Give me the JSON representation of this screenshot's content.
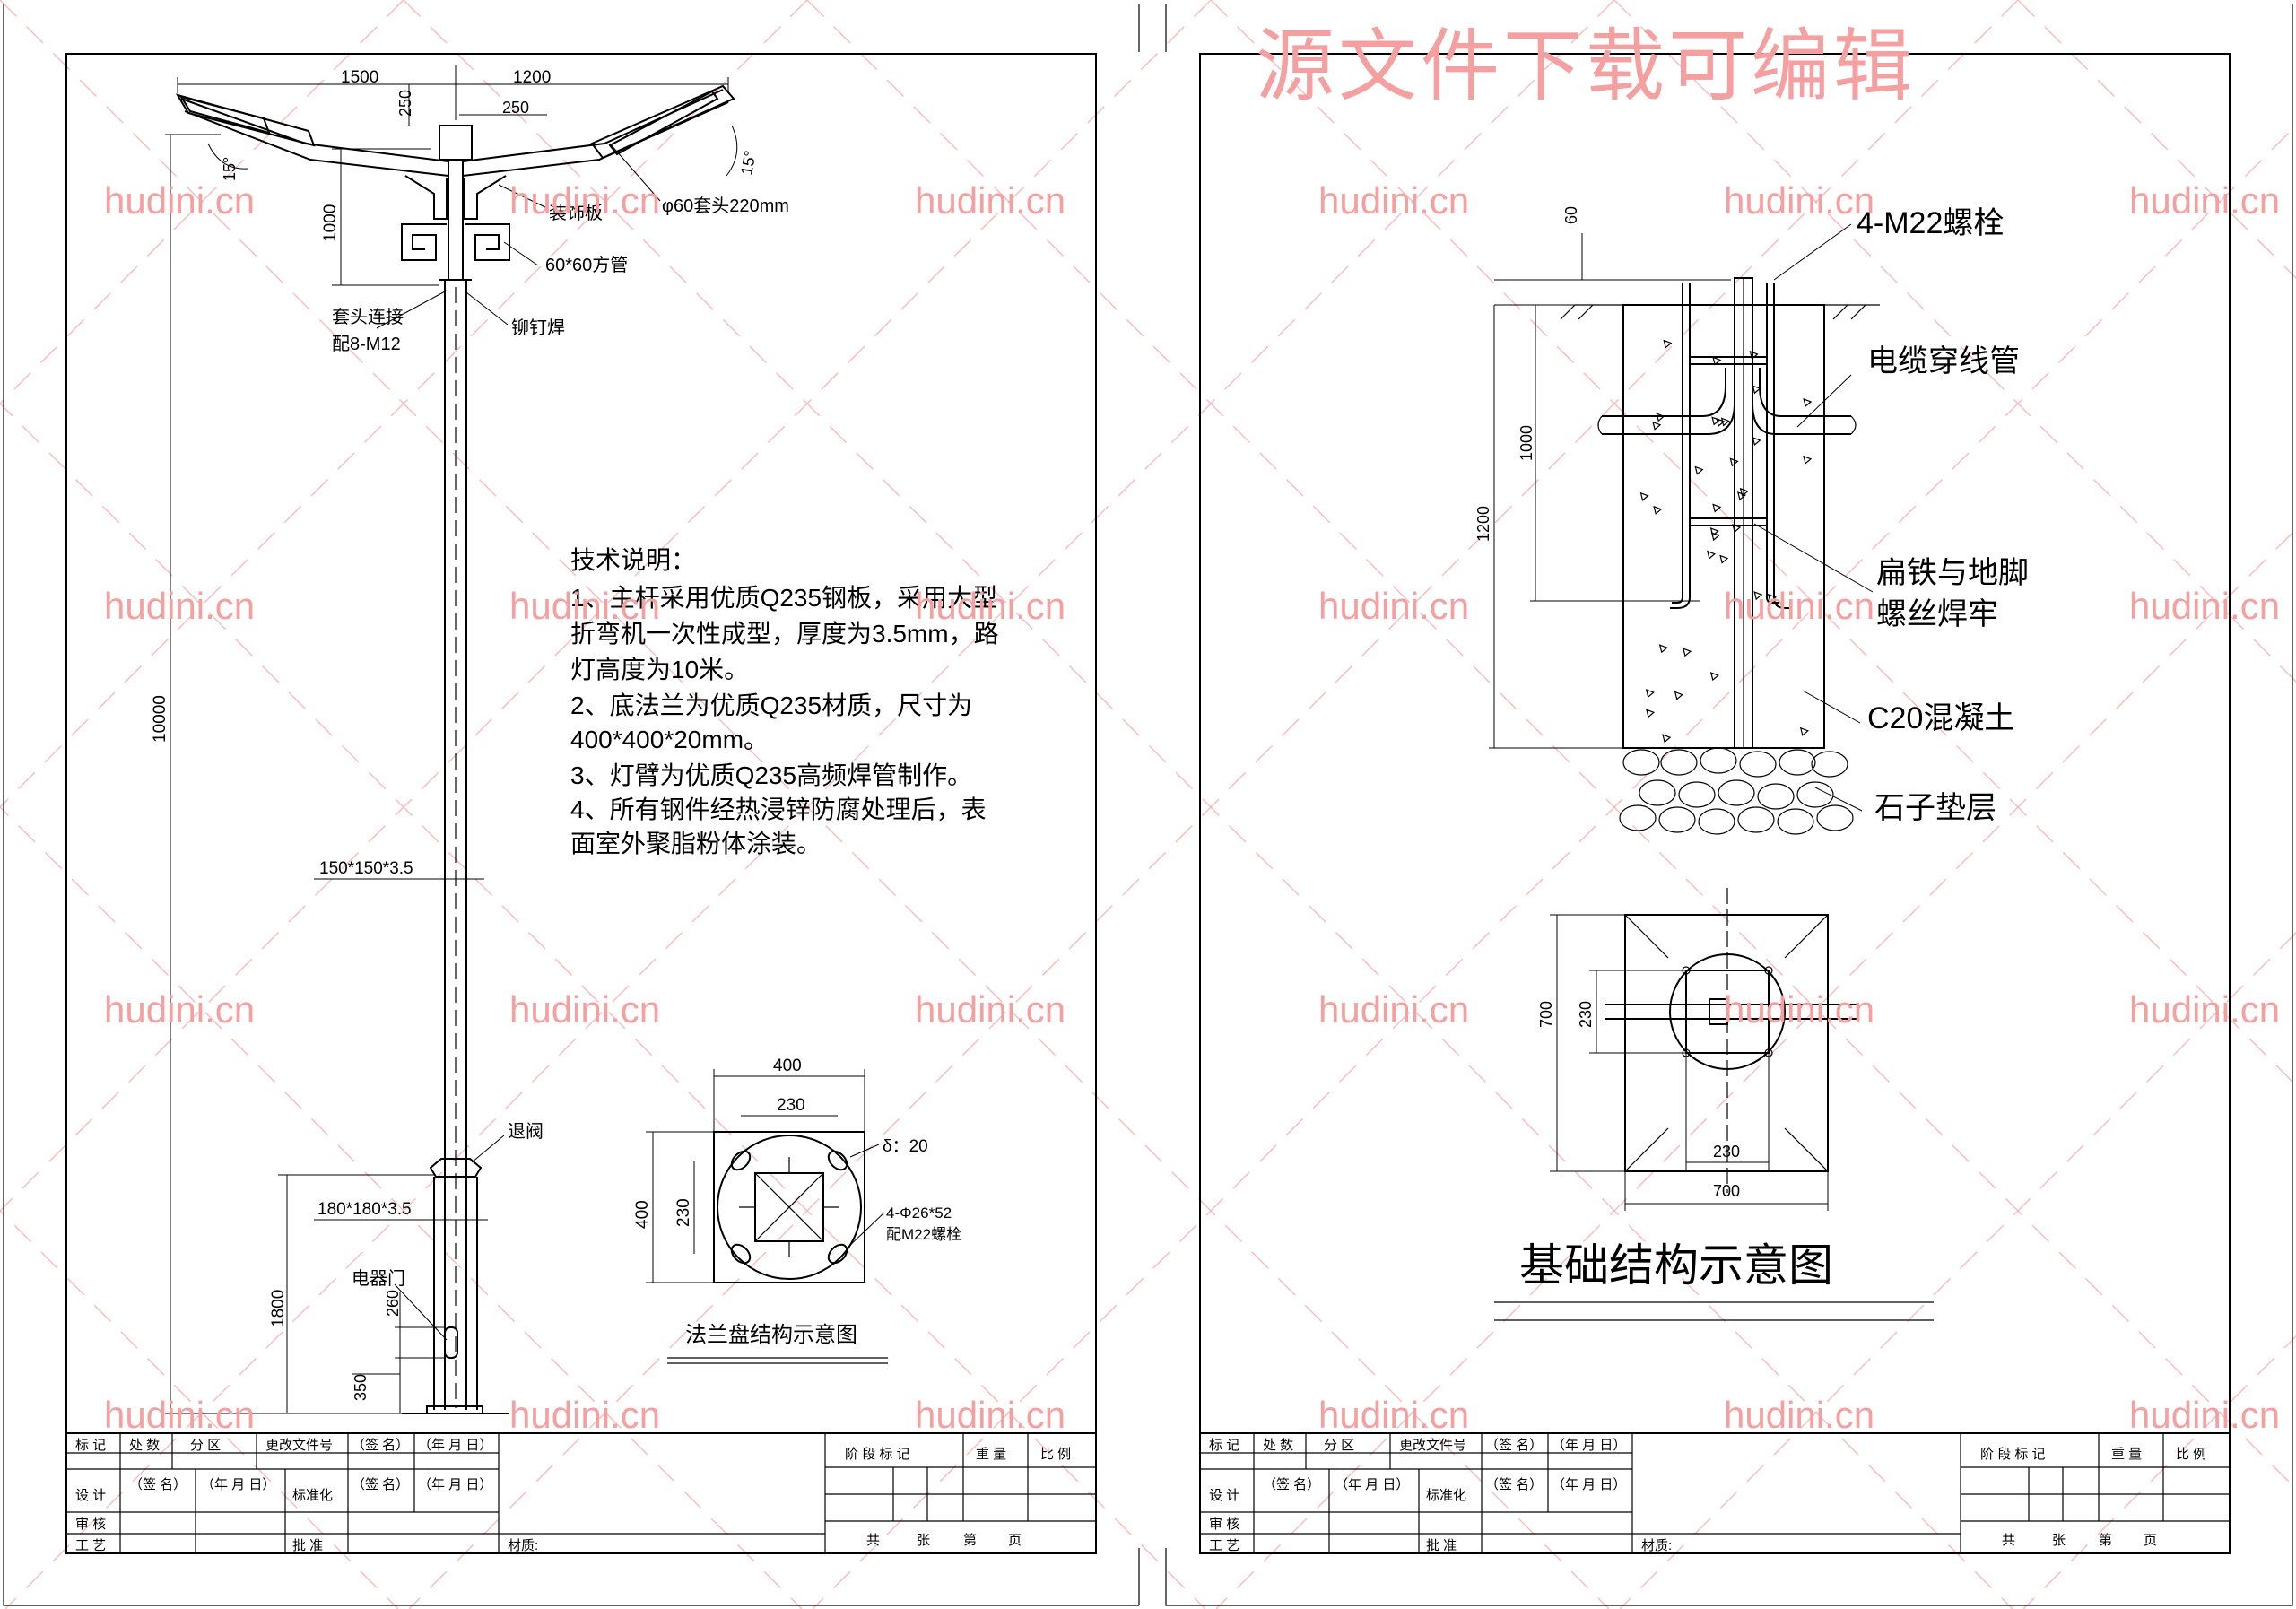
{
  "watermark": {
    "site_text": "hudini.cn",
    "editable_banner": "源文件下载可编辑",
    "color": "#f4a0a0"
  },
  "left_sheet": {
    "dims": {
      "arm_left": "1500",
      "arm_right": "1200",
      "top_250_a": "250",
      "top_250_b": "250",
      "arm_height": "1000",
      "total_height": "10000",
      "door_1800": "1800",
      "door_260": "260",
      "door_350": "350",
      "angle_left": "15°",
      "angle_right": "15°"
    },
    "labels": {
      "decor_plate": "装饰板",
      "sleeve": "φ60套头220mm",
      "square_tube": "60*60方管",
      "joint_line1": "套头连接",
      "joint_line2": "配8-M12",
      "rivet_weld": "铆钉焊",
      "upper_section": "150*150*3.5",
      "lower_section": "180*180*3.5",
      "step": "退阀",
      "door": "电器门"
    },
    "notes": {
      "title": "技术说明：",
      "lines": [
        "1、主杆采用优质Q235钢板，采用大型",
        "折弯机一次性成型，厚度为3.5mm，路",
        "灯高度为10米。",
        "2、底法兰为优质Q235材质，尺寸为",
        "400*400*20mm。",
        "3、灯臂为优质Q235高频焊管制作。",
        "4、所有钢件经热浸锌防腐处理后，表",
        "面室外聚脂粉体涂装。"
      ]
    },
    "flange": {
      "outer": "400",
      "inner": "230",
      "side_outer": "400",
      "side_inner": "230",
      "thickness": "δ：20",
      "holes": "4-Φ26*52",
      "bolts": "配M22螺栓",
      "caption": "法兰盘结构示意图"
    }
  },
  "right_sheet": {
    "dims": {
      "top_60": "60",
      "depth_1000": "1000",
      "depth_1200": "1200",
      "plan_700_v": "700",
      "plan_230_v": "230",
      "plan_230_h": "230",
      "plan_700_h": "700"
    },
    "labels": {
      "bolts": "4-M22螺栓",
      "cable_pipe": "电缆穿线管",
      "flat_iron_1": "扁铁与地脚",
      "flat_iron_2": "螺丝焊牢",
      "concrete": "C20混凝土",
      "gravel": "石子垫层"
    },
    "caption": "基础结构示意图"
  },
  "title_block": {
    "mark": "标 记",
    "count": "处 数",
    "zone": "分  区",
    "change_doc": "更改文件号",
    "sign": "（签 名）",
    "date": "（年 月 日）",
    "design": "设  计",
    "standard": "标准化",
    "review": "审 核",
    "craft": "工 艺",
    "approve": "批  准",
    "material": "材质:",
    "stage": "阶 段 标 记",
    "weight": "重 量",
    "scale": "比 例",
    "total": "共",
    "sheets": "张",
    "page_word": "第",
    "page": "页"
  }
}
